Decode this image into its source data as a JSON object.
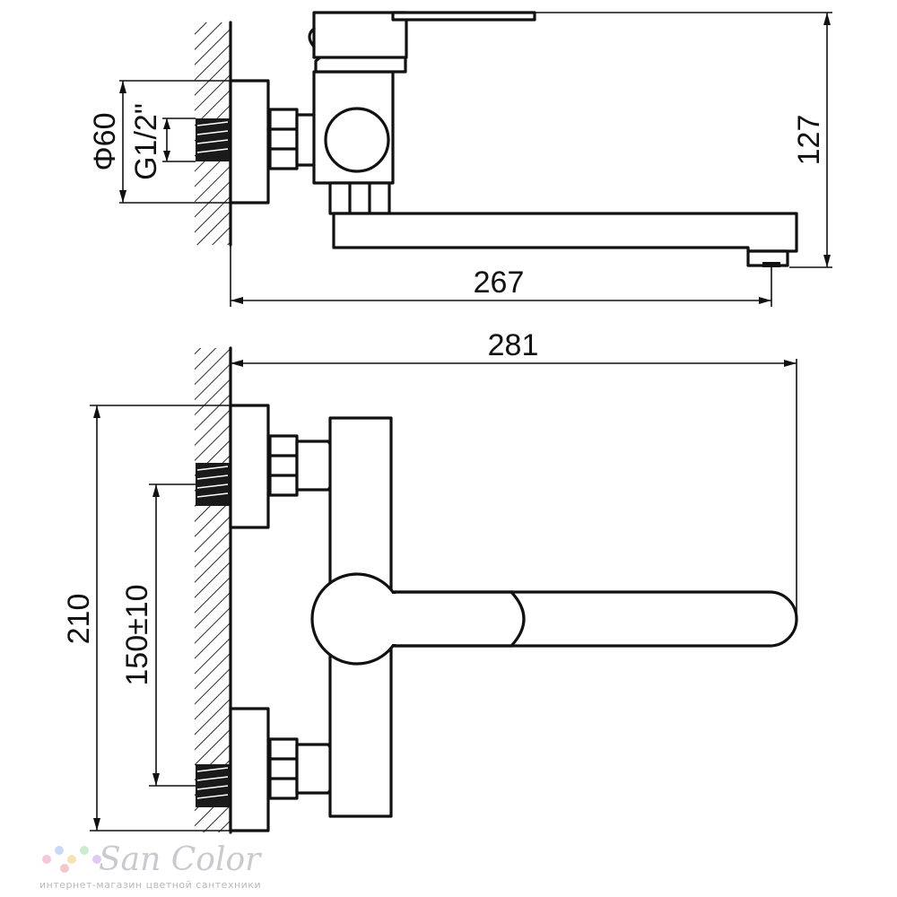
{
  "diagram": {
    "side_view": {
      "dimensions": {
        "flange_diameter": "Φ60",
        "thread": "G1/2\"",
        "height": "127",
        "reach": "267"
      }
    },
    "top_view": {
      "dimensions": {
        "spout_length": "281",
        "overall_width": "210",
        "inlet_spacing": "150±10"
      }
    }
  },
  "watermark": {
    "brand": "San Color",
    "tagline": "интернет-магазин цветной сантехники",
    "dot_colors": [
      "#f7c6d9",
      "#c9d9f7",
      "#f7e4b5",
      "#cdeccf",
      "#e0c9f2",
      "#f2c9c9"
    ]
  }
}
